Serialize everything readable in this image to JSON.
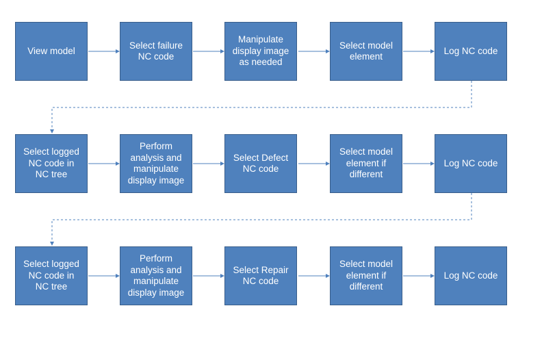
{
  "colors": {
    "node_fill": "#4f81bd",
    "node_border": "#385d8a",
    "connector": "#4f81bd",
    "text": "#ffffff"
  },
  "rows": [
    {
      "steps": [
        {
          "label": "View model"
        },
        {
          "label": "Select failure\nNC code"
        },
        {
          "label": "Manipulate\ndisplay image\nas needed"
        },
        {
          "label": "Select model\nelement"
        },
        {
          "label": "Log NC code"
        }
      ]
    },
    {
      "steps": [
        {
          "label": "Select logged\nNC code in\nNC tree"
        },
        {
          "label": "Perform\nanalysis and\nmanipulate\ndisplay image"
        },
        {
          "label": "Select Defect\nNC code"
        },
        {
          "label": "Select model\nelement if\ndifferent"
        },
        {
          "label": "Log NC code"
        }
      ]
    },
    {
      "steps": [
        {
          "label": "Select logged\nNC code in\nNC tree"
        },
        {
          "label": "Perform\nanalysis and\nmanipulate\ndisplay image"
        },
        {
          "label": "Select  Repair\nNC code"
        },
        {
          "label": "Select model\nelement if\ndifferent"
        },
        {
          "label": "Log NC code"
        }
      ]
    }
  ]
}
